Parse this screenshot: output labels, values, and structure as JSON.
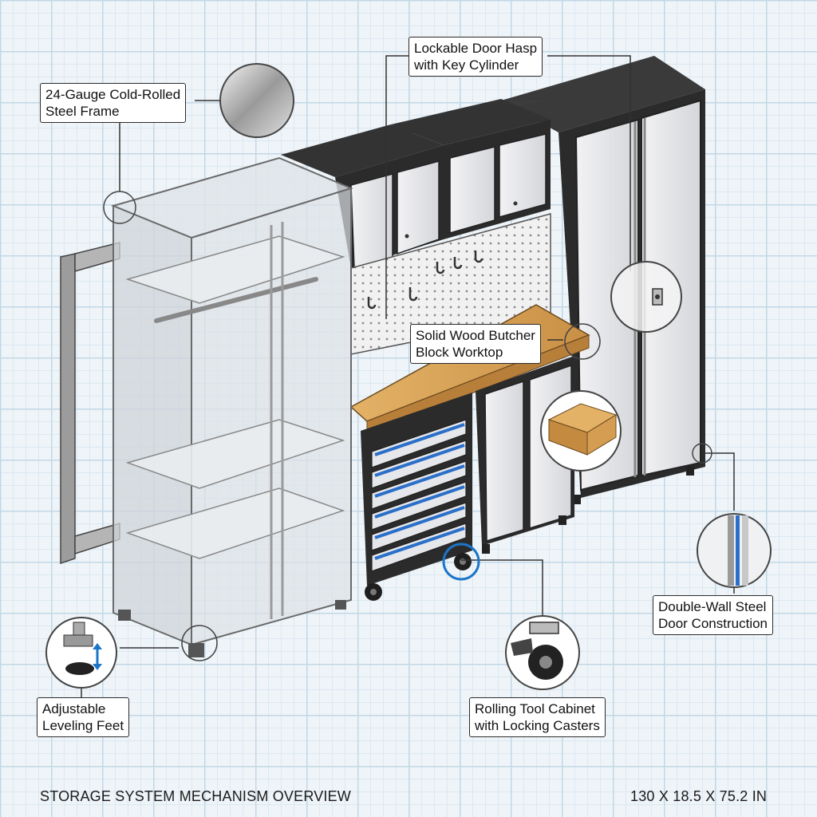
{
  "callouts": {
    "frame": {
      "line1": "24-Gauge Cold-Rolled",
      "line2": "Steel Frame"
    },
    "hasp": {
      "line1": "Lockable Door Hasp",
      "line2": "with Key Cylinder"
    },
    "worktop": {
      "line1": "Solid Wood Butcher",
      "line2": "Block Worktop"
    },
    "door": {
      "line1": "Double-Wall Steel",
      "line2": "Door Construction"
    },
    "casters": {
      "line1": "Rolling Tool Cabinet",
      "line2": "with Locking Casters"
    },
    "feet": {
      "line1": "Adjustable",
      "line2": "Leveling Feet"
    }
  },
  "footer": {
    "title": "STORAGE SYSTEM MECHANISM OVERVIEW",
    "dimensions": "130 X 18.5 X 75.2 IN"
  },
  "colors": {
    "cabinet_body": "#2b2b2b",
    "door_panel": "#e8e8ea",
    "drawer_accent": "#2a6fc9",
    "worktop_wood": "#d9a75a",
    "callout_ring": "#1b75c9"
  }
}
